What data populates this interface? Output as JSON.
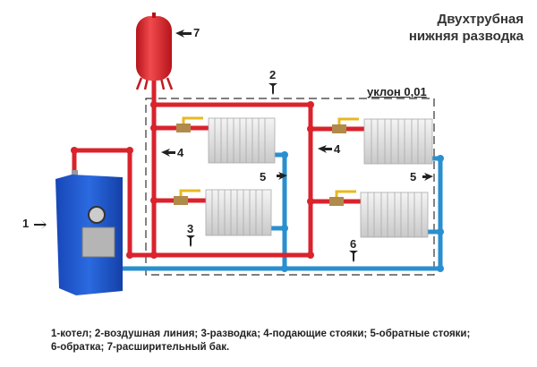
{
  "title": {
    "line1": "Двухтрубная",
    "line2": "нижняя разводка"
  },
  "slope_label": "уклон 0,01",
  "markers": {
    "m1": "1",
    "m2": "2",
    "m3": "3",
    "m4a": "4",
    "m4b": "4",
    "m5a": "5",
    "m5b": "5",
    "m6": "6",
    "m7": "7"
  },
  "legend": {
    "line1": "1-котел; 2-воздушная линия; 3-разводка; 4-подающие стояки; 5-обратные стояки;",
    "line2": "6-обратка; 7-расширительный бак."
  },
  "colors": {
    "supply": "#d9232d",
    "return": "#2a8fcf",
    "boiler": "#1f5fd0",
    "tank": "#e0262b"
  }
}
